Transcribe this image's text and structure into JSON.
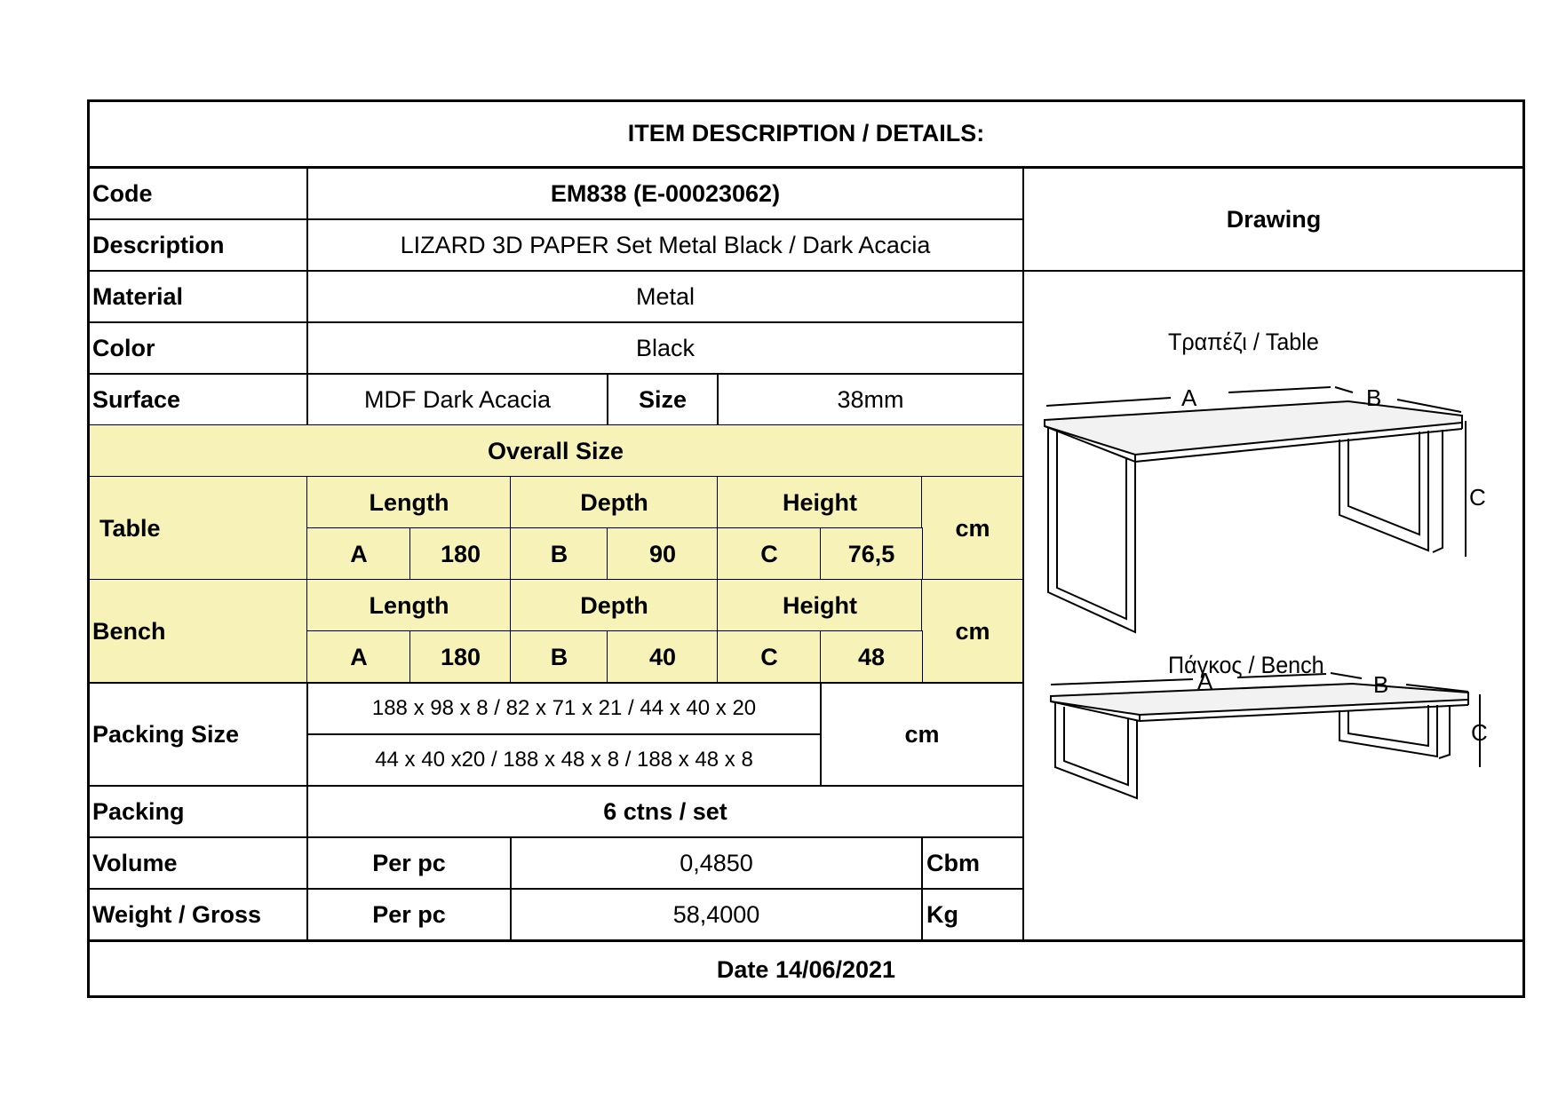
{
  "header": {
    "title": "ITEM DESCRIPTION / DETAILS:"
  },
  "code": {
    "label": "Code",
    "value": "EM838 (E-00023062)"
  },
  "description": {
    "label": "Description",
    "value": "LIZARD 3D PAPER Set Metal Black / Dark Acacia"
  },
  "material": {
    "label": "Material",
    "value": "Metal"
  },
  "color": {
    "label": "Color",
    "value": "Black"
  },
  "surface": {
    "label": "Surface",
    "value": "MDF Dark Acacia",
    "size_label": "Size",
    "size_value": "38mm"
  },
  "drawing": {
    "label": "Drawing",
    "table_caption": "Τραπέζι / Table",
    "bench_caption": "Πάγκος / Bench",
    "dim_a": "A",
    "dim_b": "B",
    "dim_c": "C"
  },
  "overall_size": {
    "label": "Overall Size",
    "length_label": "Length",
    "depth_label": "Depth",
    "height_label": "Height",
    "unit": "cm",
    "table": {
      "label": "Table",
      "a": "A",
      "length": "180",
      "b": "B",
      "depth": "90",
      "c": "C",
      "height": "76,5"
    },
    "bench": {
      "label": "Bench",
      "a": "A",
      "length": "180",
      "b": "B",
      "depth": "40",
      "c": "C",
      "height": "48"
    }
  },
  "packing_size": {
    "label": "Packing Size",
    "line1": "188 x 98 x 8  /  82 x 71 x 21  /  44 x 40 x 20",
    "line2": "44 x 40 x20  /  188 x 48 x 8  /  188 x 48 x 8",
    "unit": "cm"
  },
  "packing": {
    "label": "Packing",
    "value": "6 ctns / set"
  },
  "volume": {
    "label": "Volume",
    "per": "Per pc",
    "value": "0,4850",
    "unit": "Cbm"
  },
  "weight": {
    "label": "Weight / Gross",
    "per": "Per pc",
    "value": "58,4000",
    "unit": "Kg"
  },
  "footer": {
    "date": "Date 14/06/2021"
  }
}
